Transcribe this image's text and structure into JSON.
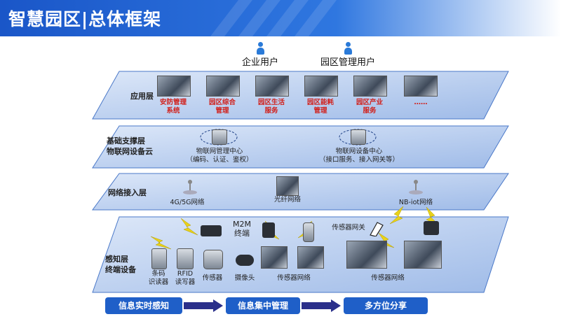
{
  "header": {
    "title": "智慧园区|总体框架"
  },
  "users": [
    {
      "label": "企业用户"
    },
    {
      "label": "园区管理用户"
    }
  ],
  "layers": {
    "app": {
      "label": "应用层",
      "items": [
        {
          "label": "安防管理\n系统"
        },
        {
          "label": "园区综合\n管理"
        },
        {
          "label": "园区生活\n服务"
        },
        {
          "label": "园区能耗\n管理"
        },
        {
          "label": "园区产业\n服务"
        },
        {
          "label": "……"
        }
      ]
    },
    "support": {
      "label": "基础支撑层\n物联网设备云",
      "centers": [
        {
          "label": "物联网管理中心\n（编码、认证、鉴权）"
        },
        {
          "label": "物联网设备中心\n（接口服务、接入网关等）"
        }
      ]
    },
    "network": {
      "label": "网络接入层",
      "items": [
        {
          "label": "4G/5G网络"
        },
        {
          "label": "光纤网络"
        },
        {
          "label": "NB-iot网络"
        }
      ]
    },
    "perception": {
      "label": "感知层\n终端设备",
      "items": [
        {
          "label": "条码\n识读器"
        },
        {
          "label": "RFID\n读写器"
        },
        {
          "label": "传感器"
        },
        {
          "label": "摄像头"
        },
        {
          "label": "M2M\n终端"
        },
        {
          "label": "传感器网络"
        },
        {
          "label": "传感器网关"
        },
        {
          "label": "传感器网络"
        }
      ]
    }
  },
  "flow": [
    {
      "label": "信息实时感知"
    },
    {
      "label": "信息集中管理"
    },
    {
      "label": "多方位分享"
    }
  ],
  "colors": {
    "header": "#1a56c8",
    "plate": "#b7cdf0",
    "plate_edge": "#4a78c8",
    "flow_box": "#1f5fc8",
    "app_text": "#d1201b",
    "lightning": "#e8d21a"
  }
}
